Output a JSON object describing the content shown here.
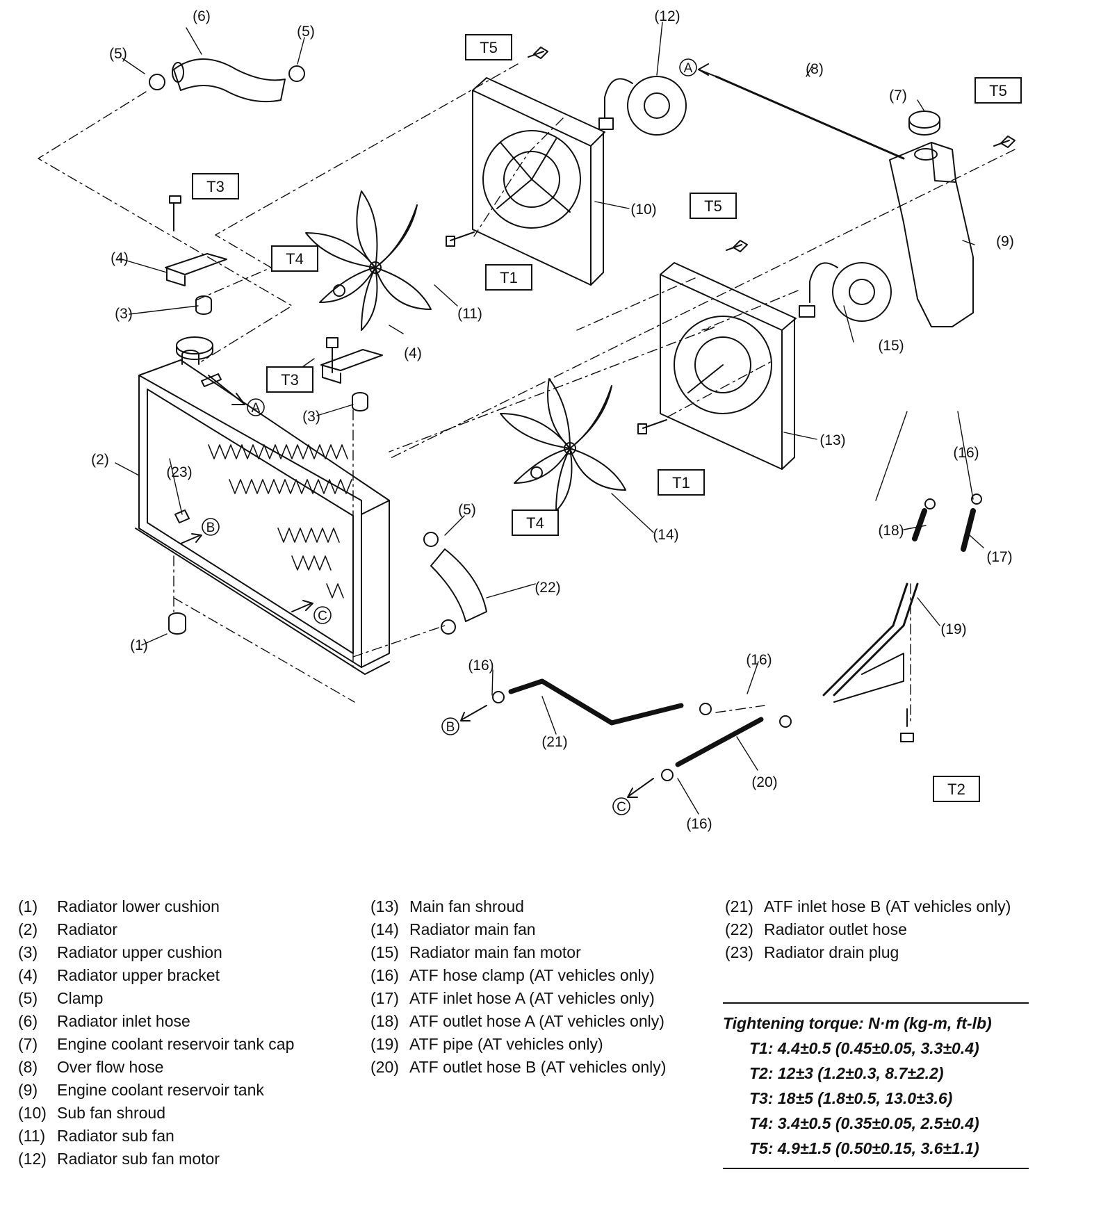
{
  "callouts": {
    "c1": "(1)",
    "c2": "(2)",
    "c3a": "(3)",
    "c3b": "(3)",
    "c4a": "(4)",
    "c4b": "(4)",
    "c5a": "(5)",
    "c5b": "(5)",
    "c5c": "(5)",
    "c6": "(6)",
    "c7": "(7)",
    "c8": "(8)",
    "c9": "(9)",
    "c10": "(10)",
    "c11": "(11)",
    "c12": "(12)",
    "c13": "(13)",
    "c14": "(14)",
    "c15": "(15)",
    "c16a": "(16)",
    "c16b": "(16)",
    "c16c": "(16)",
    "c16d": "(16)",
    "c17": "(17)",
    "c18": "(18)",
    "c19": "(19)",
    "c20": "(20)",
    "c21": "(21)",
    "c22": "(22)",
    "c23": "(23)"
  },
  "torque_boxes": {
    "t5a": "T5",
    "t5b": "T5",
    "t5c": "T5",
    "t3a": "T3",
    "t3b": "T3",
    "t4a": "T4",
    "t4b": "T4",
    "t1a": "T1",
    "t1b": "T1",
    "t2": "T2"
  },
  "connectors": {
    "a1": "A",
    "a2": "A",
    "b1": "B",
    "b2": "B",
    "cc1": "C",
    "cc2": "C"
  },
  "legend": {
    "col1": [
      {
        "num": "(1)",
        "label": "Radiator lower cushion"
      },
      {
        "num": "(2)",
        "label": "Radiator"
      },
      {
        "num": "(3)",
        "label": "Radiator upper cushion"
      },
      {
        "num": "(4)",
        "label": "Radiator upper bracket"
      },
      {
        "num": "(5)",
        "label": "Clamp"
      },
      {
        "num": "(6)",
        "label": "Radiator inlet hose"
      },
      {
        "num": "(7)",
        "label": "Engine coolant reservoir tank cap"
      },
      {
        "num": "(8)",
        "label": "Over flow hose"
      },
      {
        "num": "(9)",
        "label": "Engine coolant reservoir tank"
      },
      {
        "num": "(10)",
        "label": "Sub fan shroud"
      },
      {
        "num": "(11)",
        "label": "Radiator sub fan"
      },
      {
        "num": "(12)",
        "label": "Radiator sub fan motor"
      }
    ],
    "col2": [
      {
        "num": "(13)",
        "label": "Main fan shroud"
      },
      {
        "num": "(14)",
        "label": "Radiator main fan"
      },
      {
        "num": "(15)",
        "label": "Radiator main fan motor"
      },
      {
        "num": "(16)",
        "label": "ATF hose clamp (AT vehicles only)"
      },
      {
        "num": "(17)",
        "label": "ATF inlet hose A (AT vehicles only)"
      },
      {
        "num": "(18)",
        "label": "ATF outlet hose A (AT vehicles only)"
      },
      {
        "num": "(19)",
        "label": "ATF pipe (AT vehicles only)"
      },
      {
        "num": "(20)",
        "label": "ATF outlet hose B (AT vehicles only)"
      }
    ],
    "col3": [
      {
        "num": "(21)",
        "label": "ATF inlet hose B (AT vehicles only)"
      },
      {
        "num": "(22)",
        "label": "Radiator outlet hose"
      },
      {
        "num": "(23)",
        "label": "Radiator drain plug"
      }
    ]
  },
  "torque": {
    "title": "Tightening torque: N·m (kg-m, ft-lb)",
    "rows": [
      "T1: 4.4±0.5 (0.45±0.05, 3.3±0.4)",
      "T2: 12±3 (1.2±0.3, 8.7±2.2)",
      "T3: 18±5 (1.8±0.5, 13.0±3.6)",
      "T4: 3.4±0.5 (0.35±0.05, 2.5±0.4)",
      "T5: 4.9±1.5 (0.50±0.15, 3.6±1.1)"
    ]
  }
}
